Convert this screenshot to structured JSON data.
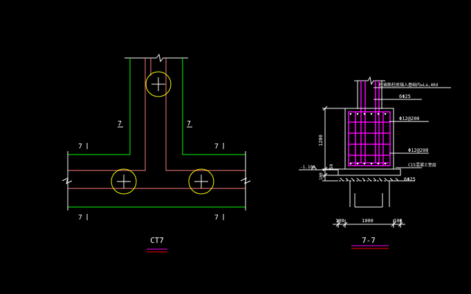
{
  "plan": {
    "title": "CT7",
    "section_marks": [
      "7",
      "7",
      "7",
      "7",
      "7",
      "7"
    ]
  },
  "section": {
    "title": "7-7",
    "note_top": "柱插筋柱底锚入基础内≥La,40d",
    "rebar_top": "6Φ25",
    "rebar_hoop_1": "Φ12@200",
    "rebar_hoop_2": "Φ12@200",
    "cushion": "C15混凝土垫层",
    "rebar_bottom": "6Φ25",
    "dim_height": "1200",
    "dim_50": "50",
    "dim_100": "100",
    "elev": "-1.100",
    "dim_left": "100",
    "dim_mid": "1000",
    "dim_right": "100"
  },
  "colors": {
    "background": "#000000",
    "green": "#00ff00",
    "pink": "#ff8080",
    "white": "#ffffff",
    "yellow": "#ffff00",
    "magenta": "#ff00ff",
    "red": "#ff0000"
  }
}
